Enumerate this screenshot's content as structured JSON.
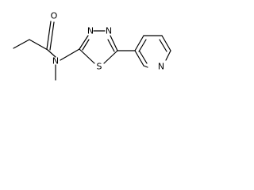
{
  "molecule": {
    "atoms": {
      "O": "O",
      "N_amide": "N",
      "N_ring_1": "N",
      "N_ring_2": "N",
      "S_ring": "S",
      "N_pyridine": "N"
    }
  }
}
